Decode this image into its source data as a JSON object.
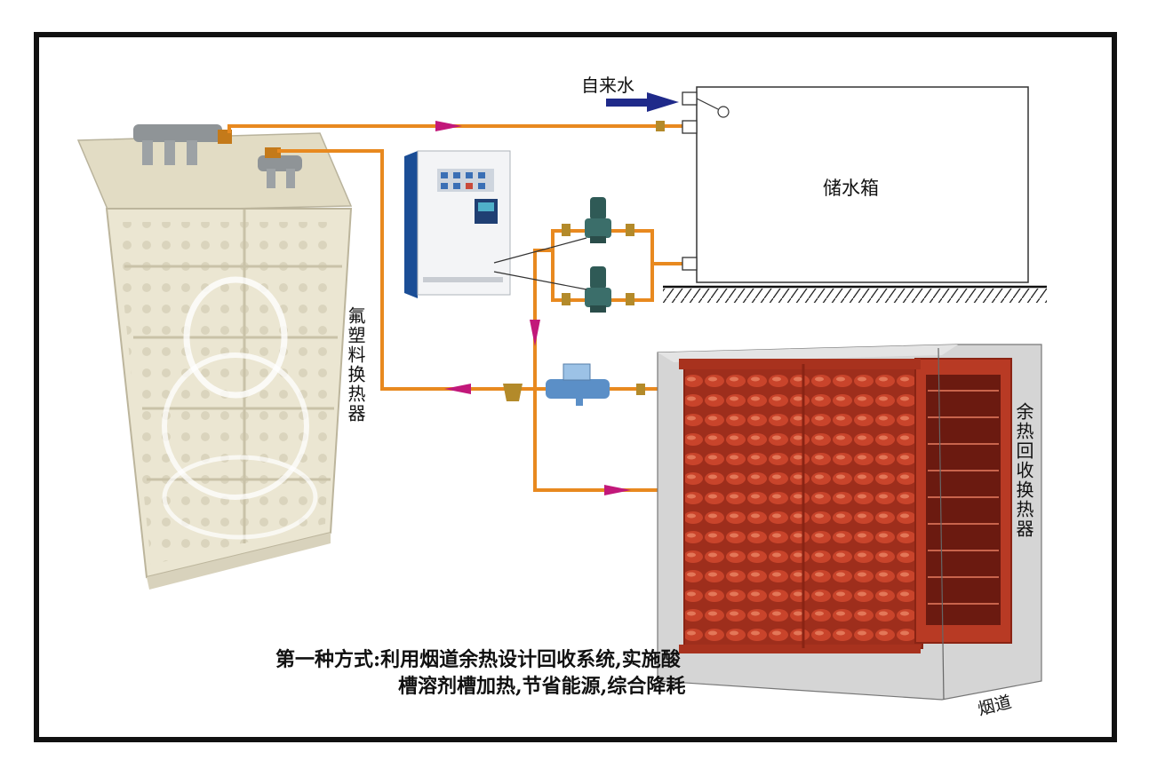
{
  "labels": {
    "tap_water": "自来水",
    "storage_tank": "储水箱",
    "fluoroplastic_exchanger": "氟塑料换热器",
    "waste_heat_exchanger": "余热回收换热器",
    "flue": "烟道"
  },
  "caption": {
    "line1": "第一种方式:利用烟道余热设计回收系统,实施酸",
    "line2": "槽溶剂槽加热,节省能源,综合降耗"
  },
  "colors": {
    "pipe": "#e8891f",
    "flow_arrow": "#c2187a",
    "inlet_arrow": "#1f2a8a",
    "exchanger_red": "#b83a24",
    "plastic": "#ebe6d2",
    "flue_box": "#cfcfcf",
    "pump": "#2f5a56"
  }
}
